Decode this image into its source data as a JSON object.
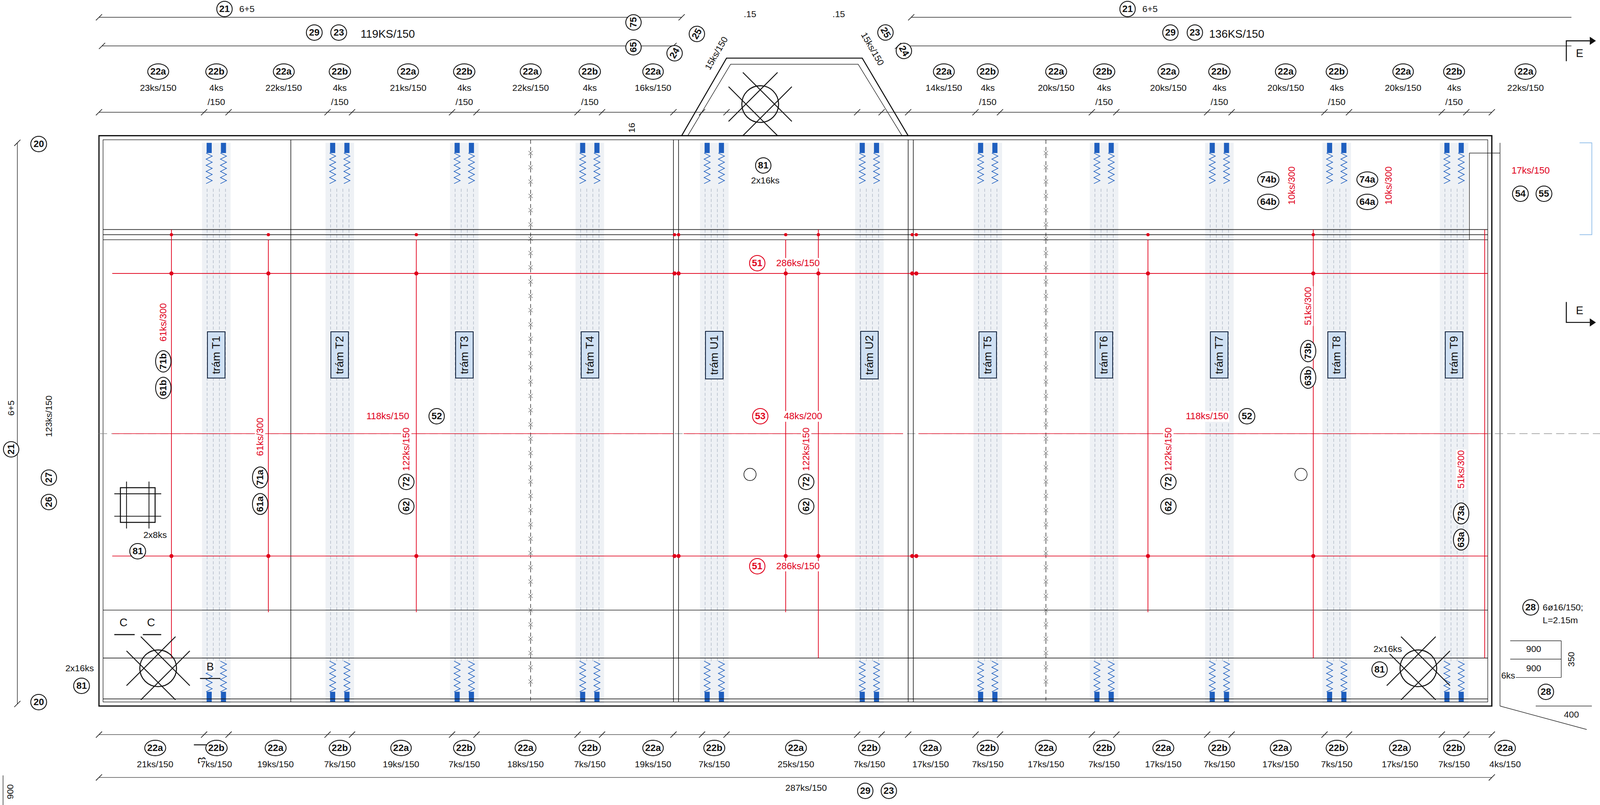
{
  "diagram": {
    "nodes": [
      {
        "text": [
          "trám T1"
        ]
      },
      {
        "text": [
          "trám T2"
        ]
      },
      {
        "text": [
          "trám T3"
        ]
      },
      {
        "text": [
          "trám T4"
        ]
      },
      {
        "text": [
          "trám U1"
        ]
      },
      {
        "text": [
          "trám U2"
        ]
      },
      {
        "text": [
          "trám T5"
        ]
      },
      {
        "text": [
          "trám T6"
        ]
      },
      {
        "text": [
          "trám T7"
        ]
      },
      {
        "text": [
          "trám T8"
        ]
      },
      {
        "text": [
          "trám T9"
        ]
      }
    ],
    "labels": [
      "21",
      "6+5",
      "21",
      "6+5",
      "29",
      "23",
      "119KS/150",
      "29",
      "23",
      "136KS/150",
      ".15",
      ".15",
      "75",
      "65",
      "24",
      "25",
      "15ks/150",
      "25",
      "24",
      "15ks/150",
      "22a",
      "23ks/150",
      "22b",
      "4ks",
      "/150",
      "22a",
      "22ks/150",
      "22b",
      "4ks",
      "/150",
      "22a",
      "21ks/150",
      "22b",
      "4ks",
      "/150",
      "22a",
      "22ks/150",
      "22b",
      "4ks",
      "/150",
      "22a",
      "16ks/150",
      "22a",
      "14ks/150",
      "22b",
      "4ks",
      "/150",
      "22a",
      "20ks/150",
      "22b",
      "4ks",
      "/150",
      "22a",
      "20ks/150",
      "22b",
      "4ks",
      "/150",
      "22a",
      "20ks/150",
      "22b",
      "4ks",
      "/150",
      "22a",
      "20ks/150",
      "22b",
      "4ks",
      "/150",
      "22a",
      "22ks/150",
      "20",
      "20",
      "6+5",
      "21",
      "123ks/150",
      "27",
      "26",
      "81",
      "2x16ks",
      "2x8ks",
      "81",
      "2x16ks",
      "81",
      "2x16ks",
      "81",
      "51",
      "286ks/150",
      "51",
      "286ks/150",
      "53",
      "48ks/200",
      "118ks/150",
      "52",
      "118ks/150",
      "52",
      "61ks/300",
      "71b",
      "61b",
      "61ks/300",
      "71a",
      "61a",
      "122ks/150",
      "72",
      "62",
      "122ks/150",
      "72",
      "62",
      "122ks/150",
      "72",
      "62",
      "51ks/300",
      "73b",
      "63b",
      "51ks/300",
      "73a",
      "63a",
      "74b",
      "64b",
      "10ks/300",
      "74a",
      "64a",
      "10ks/300",
      "17ks/150",
      "54",
      "55",
      "28",
      "6ø16/150;",
      "L=2.15m",
      "900",
      "900",
      "350",
      "6ks",
      "28",
      "400",
      "16",
      "E",
      "E",
      "C",
      "C",
      "B",
      "B",
      "900",
      "22a",
      "21ks/150",
      "22b",
      "7ks/150",
      "22a",
      "19ks/150",
      "22b",
      "7ks/150",
      "22a",
      "19ks/150",
      "22b",
      "7ks/150",
      "22a",
      "18ks/150",
      "22b",
      "7ks/150",
      "22a",
      "19ks/150",
      "22b",
      "7ks/150",
      "22a",
      "25ks/150",
      "22b",
      "7ks/150",
      "22a",
      "17ks/150",
      "22b",
      "7ks/150",
      "22a",
      "17ks/150",
      "22b",
      "7ks/150",
      "22a",
      "17ks/150",
      "22b",
      "7ks/150",
      "22a",
      "17ks/150",
      "22b",
      "7ks/150",
      "22a",
      "17ks/150",
      "22b",
      "7ks/150",
      "22a",
      "4ks/150",
      "287ks/150",
      "29",
      "23"
    ]
  }
}
